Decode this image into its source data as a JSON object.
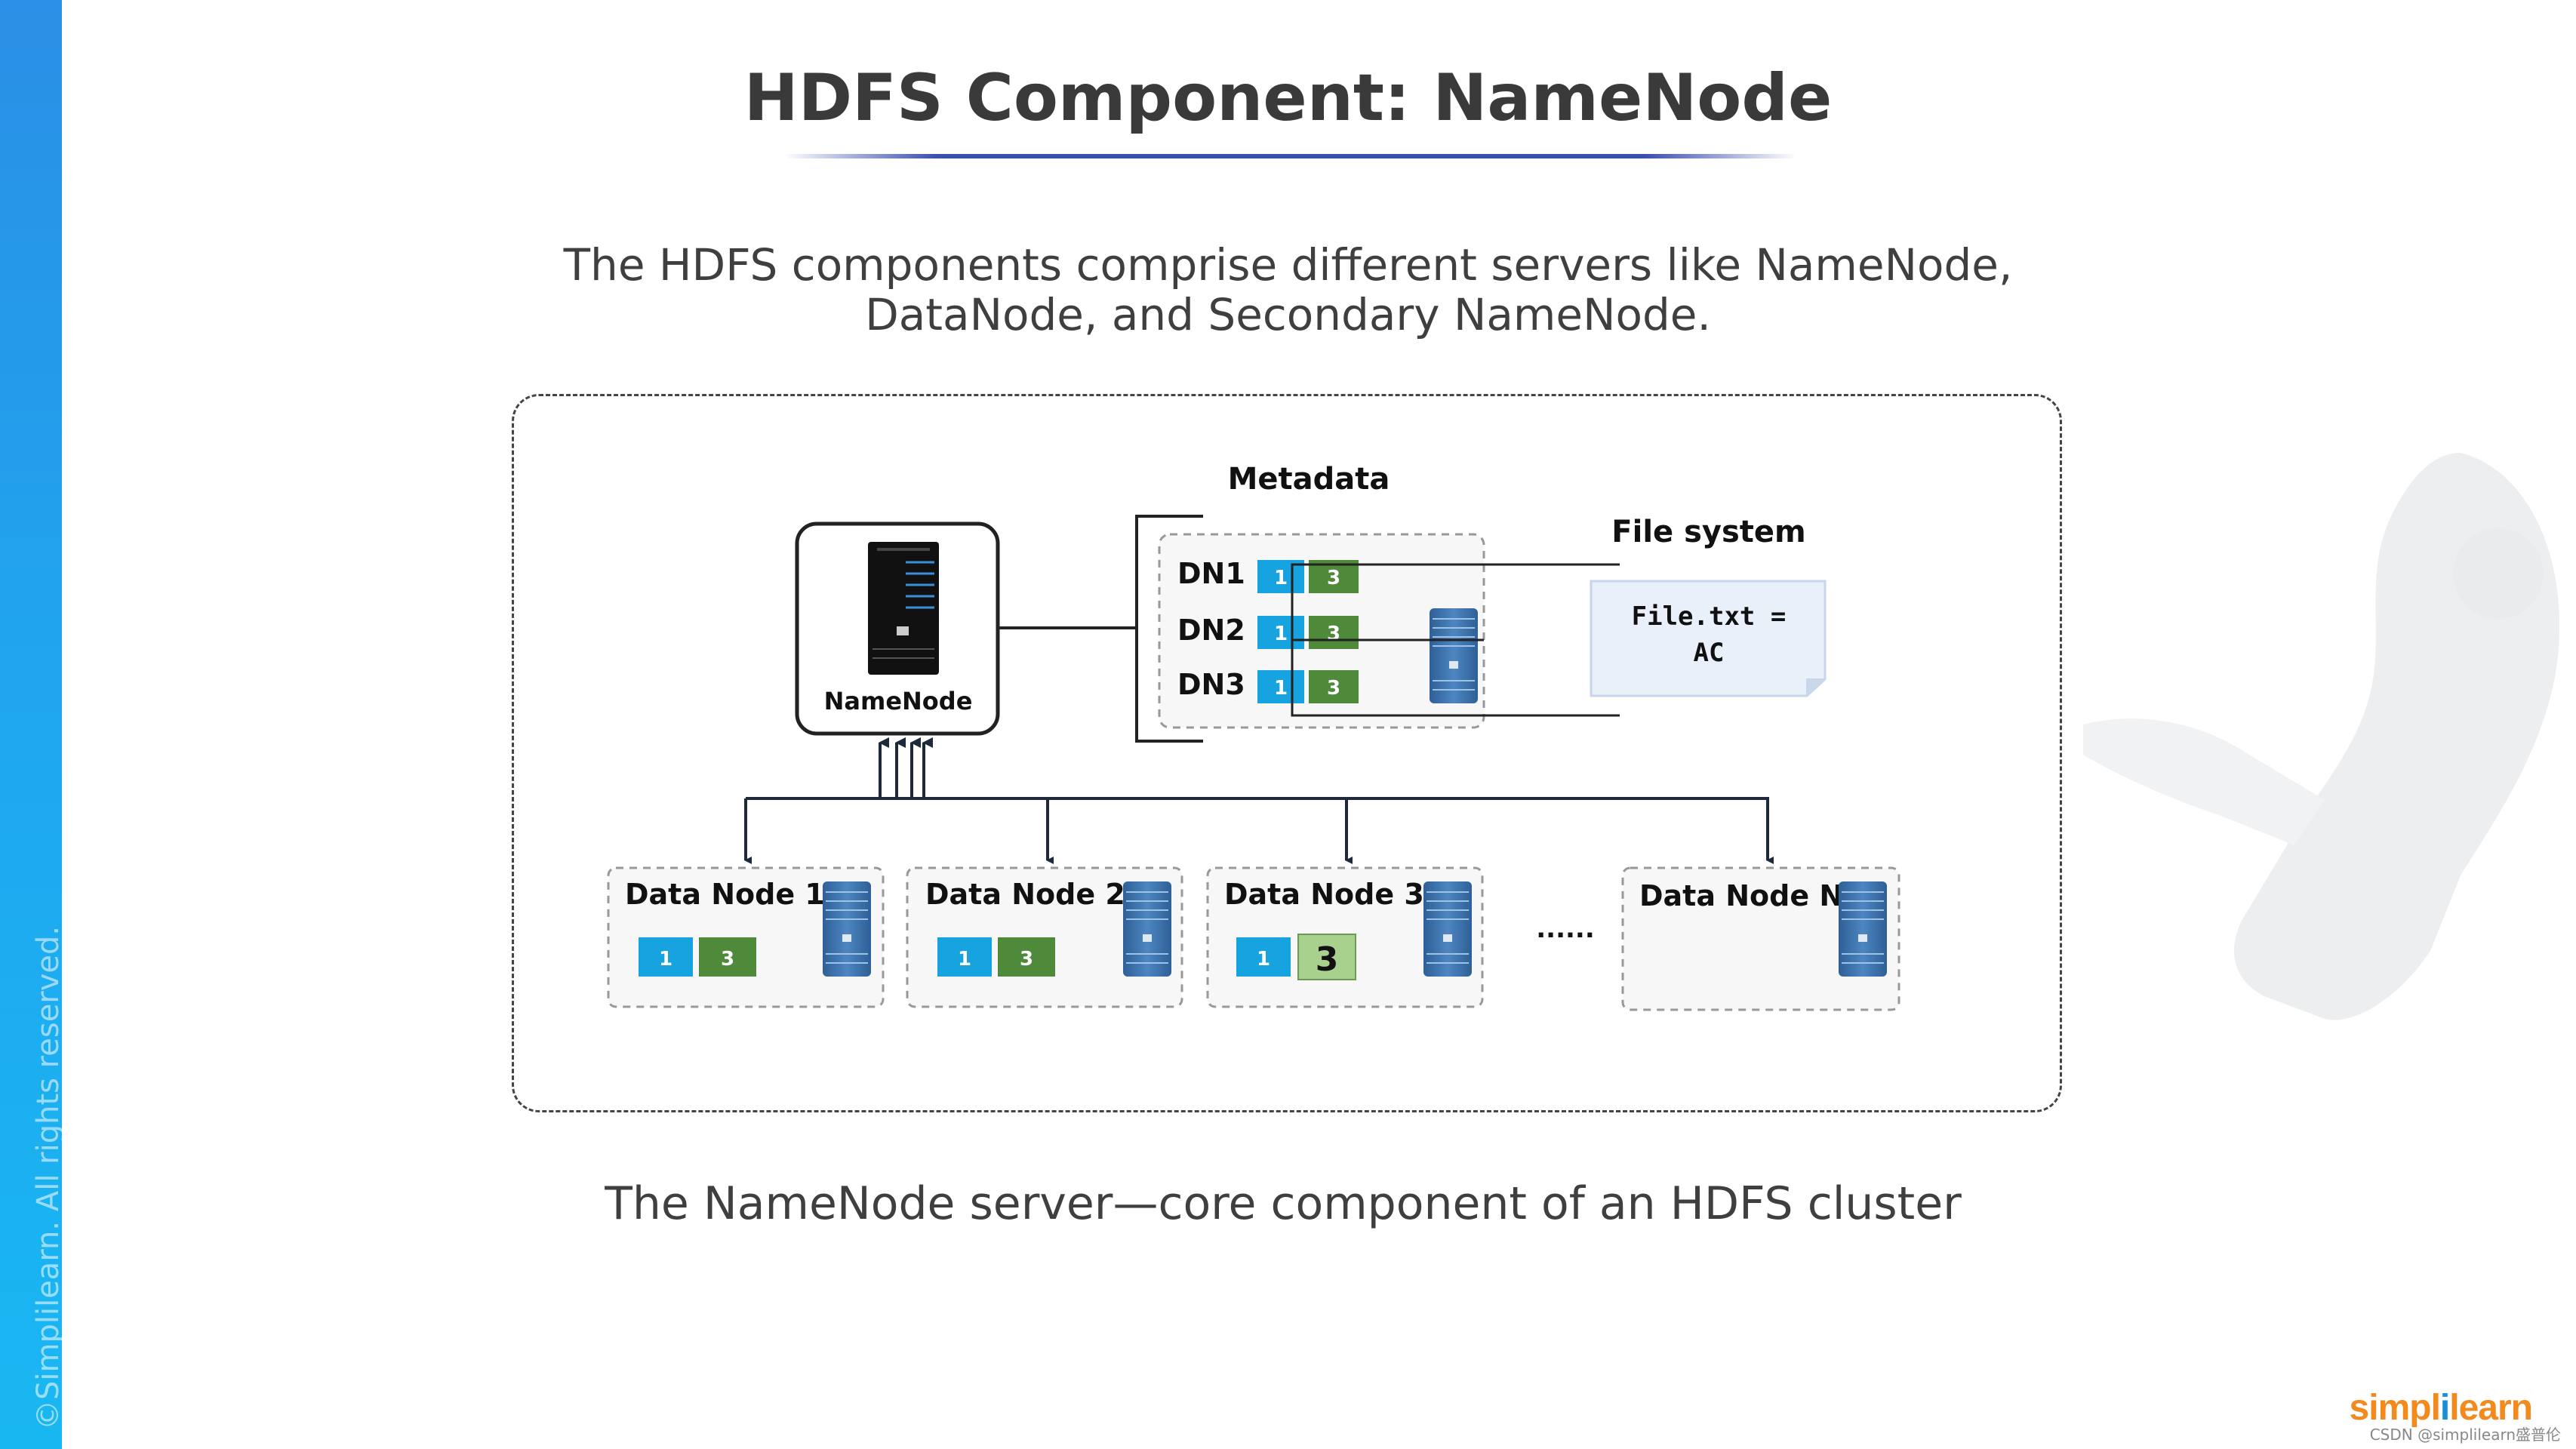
{
  "slide": {
    "title": "HDFS Component: NameNode",
    "subtitle_line1": "The HDFS components comprise different servers like NameNode,",
    "subtitle_line2": "DataNode, and Secondary NameNode.",
    "caption": "The NameNode server—core component of an HDFS cluster",
    "copyright": "©Simplilearn. All rights reserved.",
    "logo_part1": "simpl",
    "logo_part2": "i",
    "logo_part3": "learn",
    "watermark": "CSDN @simplilearn盛普伦"
  },
  "diagram": {
    "namenode_label": "NameNode",
    "metadata_title": "Metadata",
    "filesystem_title": "File system",
    "file_line1": "File.txt =",
    "file_line2": "AC",
    "metadata_rows": [
      {
        "label": "DN1",
        "block_a": "1",
        "block_b": "3"
      },
      {
        "label": "DN2",
        "block_a": "1",
        "block_b": "3"
      },
      {
        "label": "DN3",
        "block_a": "1",
        "block_b": "3"
      }
    ],
    "datanodes": [
      {
        "label": "Data Node 1",
        "block_a": "1",
        "block_b": "3"
      },
      {
        "label": "Data Node 2",
        "block_a": "1",
        "block_b": "3"
      },
      {
        "label": "Data Node 3",
        "block_a": "1",
        "block_b": "3"
      },
      {
        "label": "Data Node N"
      }
    ],
    "ellipsis": "......",
    "colors": {
      "block_blue": "#17a3e0",
      "block_green": "#4e8a3a",
      "block_green_light": "#a9d18e",
      "server_blue": "#3f77b0"
    }
  }
}
